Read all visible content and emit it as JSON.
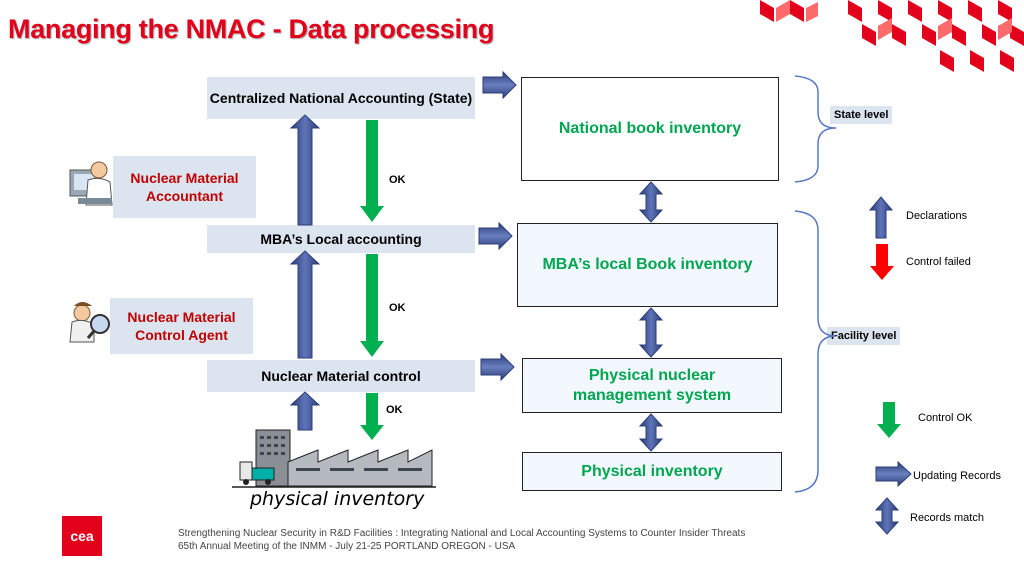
{
  "title": "Managing the NMAC - Data processing",
  "left_column": {
    "central": "Centralized National Accounting (State)",
    "mba_local": "MBA’s Local accounting",
    "nm_control": "Nuclear Material control"
  },
  "roles": {
    "accountant": "Nuclear Material Accountant",
    "control_agent": "Nuclear Material Control Agent"
  },
  "ok_labels": [
    "OK",
    "OK",
    "OK"
  ],
  "inventories": {
    "national": "National book inventory",
    "mba": "MBA’s local Book inventory",
    "physical_mgmt": "Physical nuclear management system",
    "physical": "Physical inventory"
  },
  "levels": {
    "state": "State level",
    "facility": "Facility level"
  },
  "legend": {
    "declarations": "Declarations",
    "control_failed": "Control failed",
    "control_ok": "Control OK",
    "updating_records": "Updating Records",
    "records_match": "Records match"
  },
  "physical_inventory_label": "physical inventory",
  "footer": {
    "line1": "Strengthening Nuclear Security in R&D Facilities : Integrating National and Local Accounting Systems to Counter Insider Threats",
    "line2": "65th Annual Meeting of the INMM - July 21-25 PORTLAND OREGON - USA"
  },
  "logo_text": "cea",
  "colors": {
    "title_red": "#e3001b",
    "box_fill": "#dbe4ef",
    "arrow_blue": "#3b4f8a",
    "arrow_green": "#00b050",
    "arrow_red": "#ff0000",
    "inventory_green": "#00a550",
    "role_red": "#c00000"
  },
  "icons": [
    "accountant-person-icon",
    "control-agent-person-icon",
    "factory-icon",
    "red-cube-pattern-icon"
  ]
}
